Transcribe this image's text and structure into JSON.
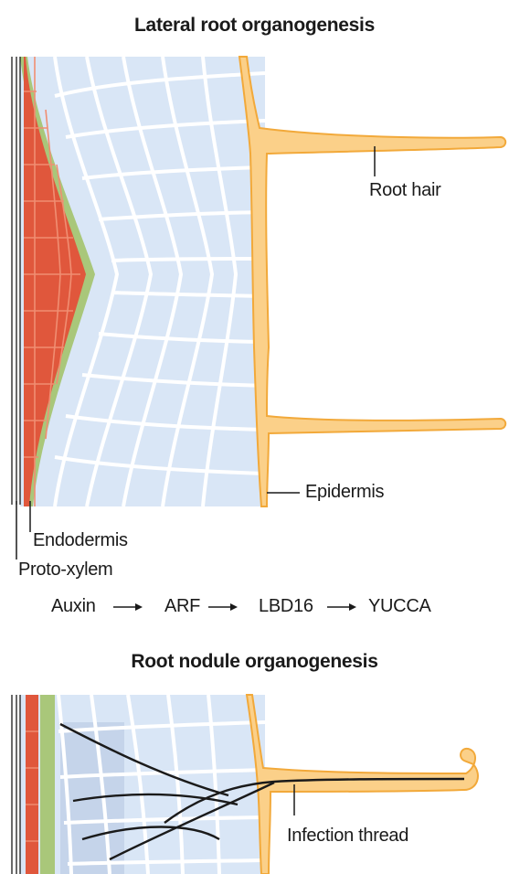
{
  "panels": [
    {
      "title": "Lateral root organogenesis",
      "labels": {
        "root_hair": "Root hair",
        "epidermis": "Epidermis",
        "endodermis": "Endodermis",
        "proto_xylem": "Proto-xylem"
      },
      "pathway": [
        "Auxin",
        "ARF",
        "LBD16",
        "YUCCA"
      ]
    },
    {
      "title": "Root nodule organogenesis",
      "labels": {
        "infection_thread": "Infection thread"
      }
    }
  ],
  "colors": {
    "cell_fill": "#d9e6f6",
    "cell_outline": "#ffffff",
    "pericycle_red": "#e0573c",
    "endodermis_green": "#a9c77a",
    "epidermis_orange": "#f2a93a",
    "epidermis_fill": "#fbd089",
    "text": "#1a1a1a"
  }
}
